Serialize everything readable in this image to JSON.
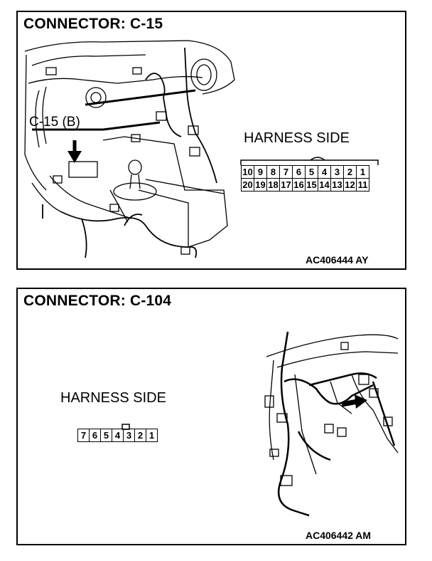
{
  "panels": [
    {
      "title": "CONNECTOR: C-15",
      "harness_label": "HARNESS SIDE",
      "callout": "C-15 (B)",
      "figure_code": "AC406444 AY",
      "pins_top": [
        "10",
        "9",
        "8",
        "7",
        "6",
        "5",
        "4",
        "3",
        "2",
        "1"
      ],
      "pins_bottom": [
        "20",
        "19",
        "18",
        "17",
        "16",
        "15",
        "14",
        "13",
        "12",
        "11"
      ]
    },
    {
      "title": "CONNECTOR: C-104",
      "harness_label": "HARNESS SIDE",
      "figure_code": "AC406442 AM",
      "pins": [
        "7",
        "6",
        "5",
        "4",
        "3",
        "2",
        "1"
      ]
    }
  ]
}
